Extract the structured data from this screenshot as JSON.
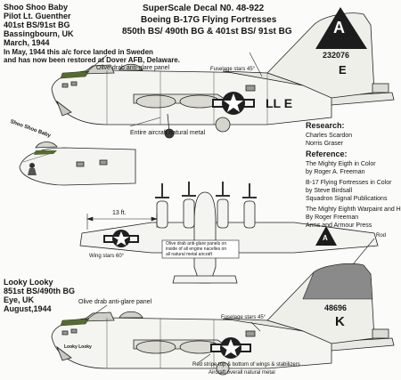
{
  "header": {
    "line1": "SuperScale Decal N0. 48-922",
    "line2": "Boeing B-17G Flying Fortresses",
    "line3": "850th BS/ 490th BG & 401st BS/ 91st BG"
  },
  "aircraft1": {
    "name": "Shoo Shoo Baby",
    "pilot": "Pilot Lt. Guenther",
    "unit": "401st BS/91st BG",
    "base": "Bassingbourn, UK",
    "date": "March, 1944",
    "note1": "In May, 1944 this a/c force landed in Sweden",
    "note2": "and has now been restored at Dover AFB, Delaware.",
    "label_panel": "Olive drab anti-glare panel",
    "label_stars": "Fuselage stars 45°",
    "label_metal": "Entire aircraft natural metal",
    "tail_letter": "A",
    "tail_serial": "232076",
    "tail_code": "E",
    "fuselage_code": "LL E",
    "nose_art": "Shoo Shoo Baby"
  },
  "research": {
    "heading": "Research:",
    "names": [
      "Charles Scardon",
      "Norris Graser"
    ]
  },
  "reference": {
    "heading": "Reference:",
    "lines": [
      "The Mighty Eigth in Color",
      "by Roger A. Freeman",
      "B-17 Flying Fortresses in Color",
      "by Steve Birdsall",
      "Squadron Signal Publications",
      "The Mighty Eighth  Warpaint and H",
      "By Roger Freeman",
      "Arms and Armour Press"
    ]
  },
  "plan": {
    "dim_label": "13 ft.",
    "wing_stars": "Wing stars 60°",
    "note": [
      "Olive drab anti-glare panels on",
      "inside of all engine nacelles on",
      "all natural metal aircraft"
    ],
    "rod_label": "Rod",
    "wing_letter": "A"
  },
  "aircraft2": {
    "name": "Looky Looky",
    "unit": "851st BS/490th BG",
    "base": "Eye, UK",
    "date": "August,1944",
    "label_panel": "Olive drab anti-glare panel",
    "label_stars": "Fuselage stars 45°",
    "label_strip": "Red stripe top & bottom of wings & stabilizers",
    "label_metal": "Aircraft overall natural metal",
    "tail_serial": "48696",
    "tail_code": "K",
    "nose_art": "Looky Looky"
  }
}
